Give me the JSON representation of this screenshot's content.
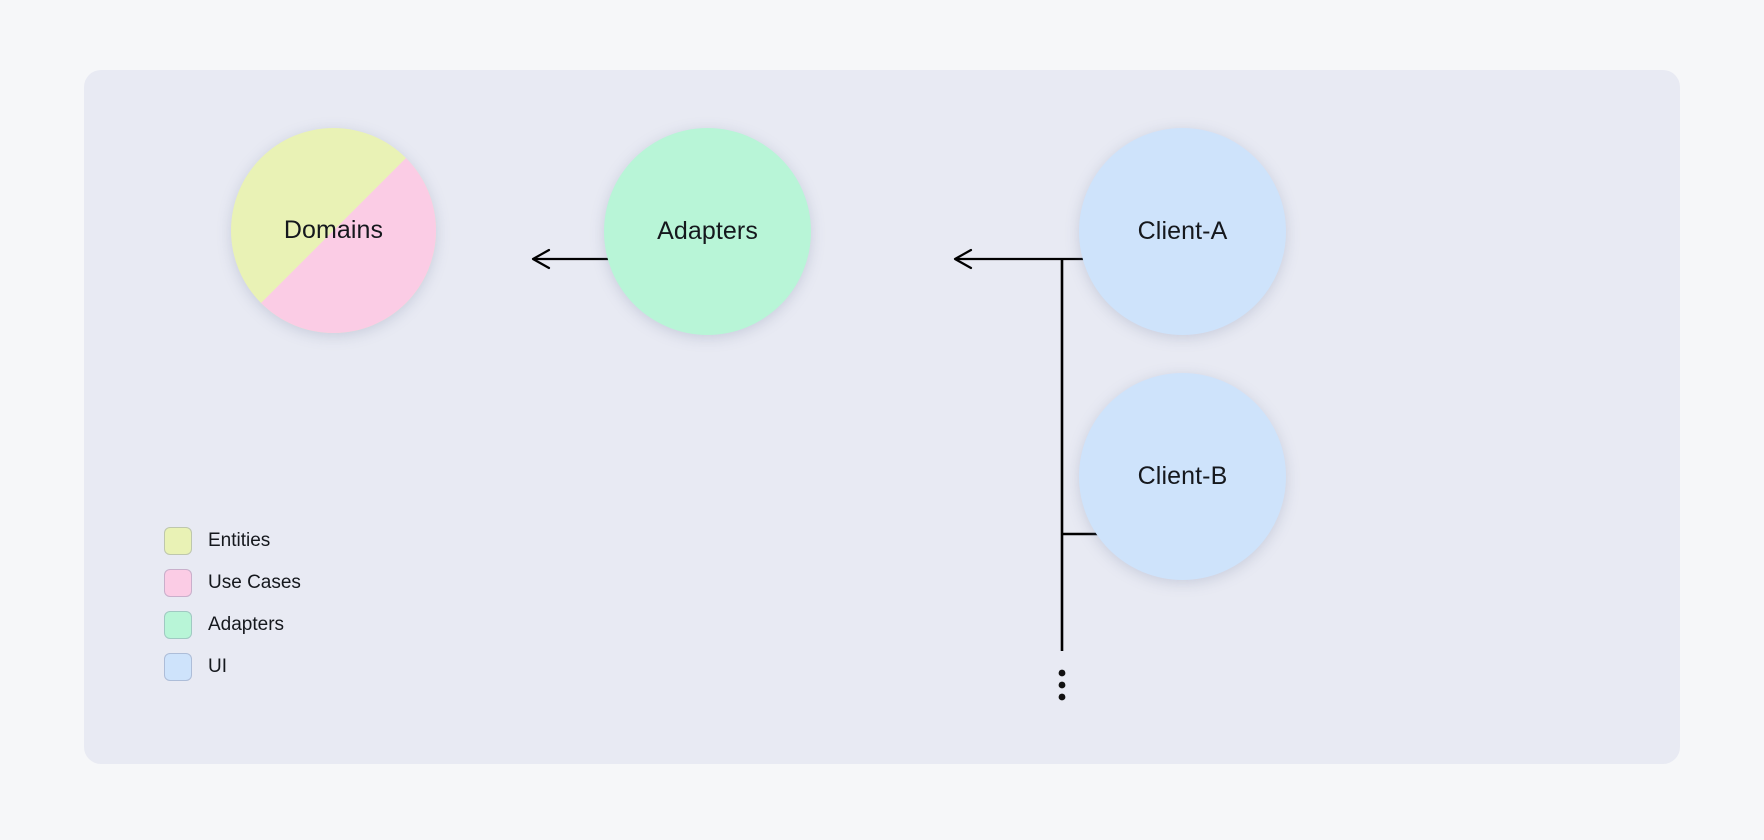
{
  "diagram": {
    "title": "Clean Architecture dependency diagram",
    "panel_color": "#e8eaf3",
    "page_color": "#f6f7f9",
    "line_color": "#000000",
    "nodes": [
      {
        "id": "domains",
        "label": "Domains",
        "kind": "split-circle",
        "colors": [
          "#e9f2b5",
          "#fbcce5"
        ]
      },
      {
        "id": "adapters",
        "label": "Adapters",
        "kind": "circle",
        "colors": [
          "#b8f5d7"
        ]
      },
      {
        "id": "client-a",
        "label": "Client-A",
        "kind": "circle",
        "colors": [
          "#cee3fb"
        ]
      },
      {
        "id": "client-b",
        "label": "Client-B",
        "kind": "circle",
        "colors": [
          "#cee3fb"
        ]
      }
    ],
    "edges": [
      {
        "id": "adapters-to-domains",
        "from": "Adapters",
        "to": "Domains",
        "arrow": "left"
      },
      {
        "id": "clients-to-adapters",
        "from": "Client-A / Client-B",
        "to": "Adapters",
        "arrow": "left"
      }
    ],
    "ellipsis": "more clients"
  },
  "legend": {
    "items": [
      {
        "label": "Entities",
        "color": "#e9f2b5"
      },
      {
        "label": "Use Cases",
        "color": "#fbcce5"
      },
      {
        "label": "Adapters",
        "color": "#b8f5d7"
      },
      {
        "label": "UI",
        "color": "#cee3fb"
      }
    ]
  }
}
